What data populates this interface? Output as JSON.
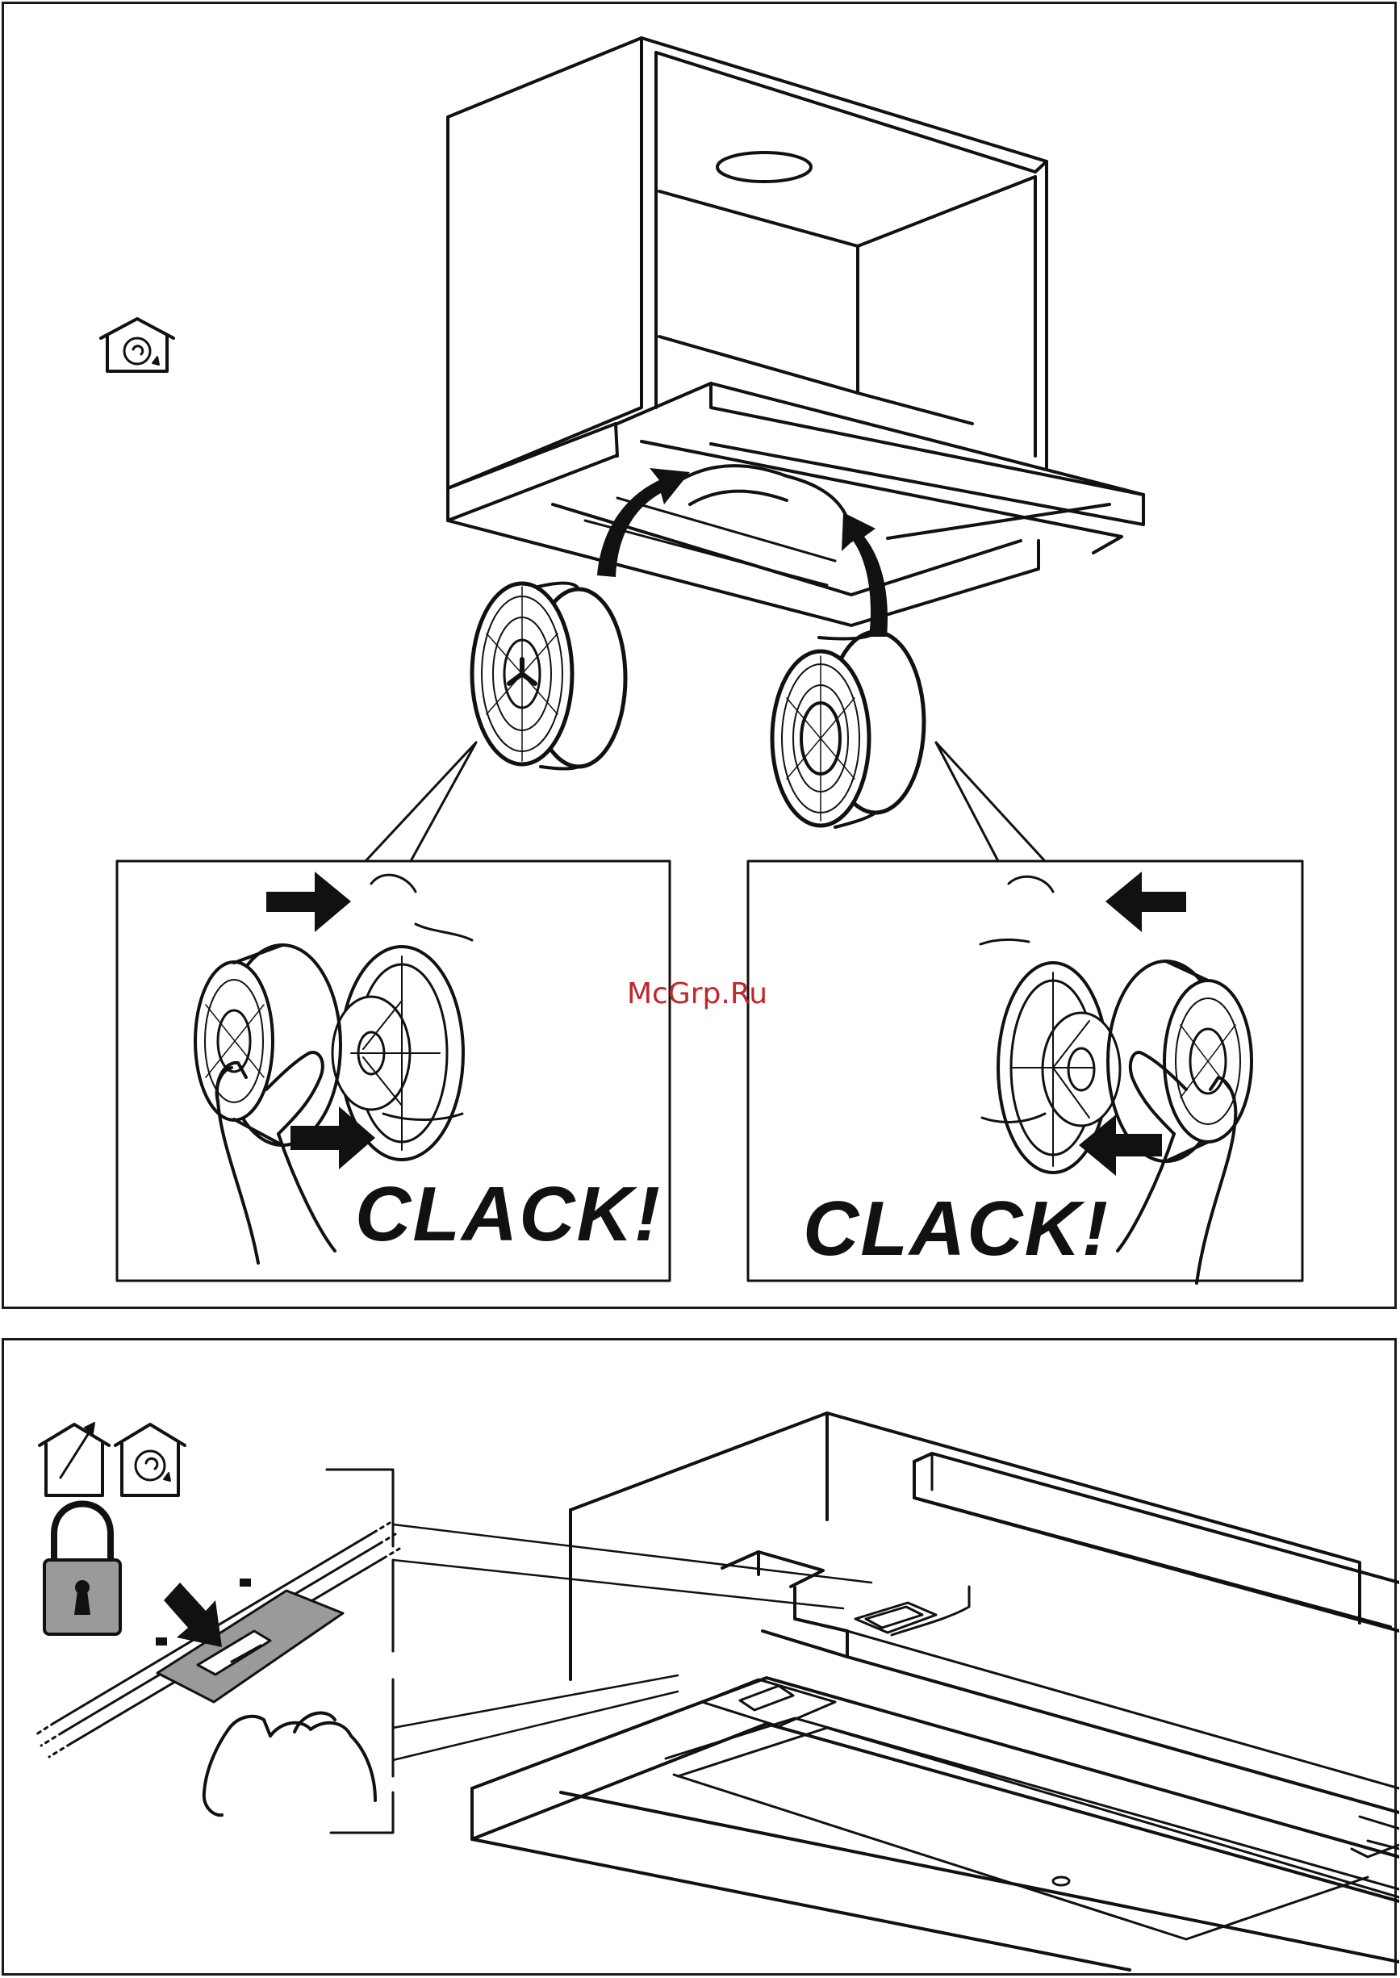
{
  "watermark": "McGrp.Ru",
  "top_panel": {
    "inset_left": {
      "label": "CLACK!"
    },
    "inset_right": {
      "label": "CLACK!"
    },
    "icons": [
      "recirculation-mode-icon"
    ]
  },
  "bottom_panel": {
    "icons": [
      "extraction-mode-icon",
      "recirculation-mode-icon",
      "padlock-icon"
    ]
  },
  "colors": {
    "line": "#111111",
    "lock_fill": "#9a9a9a",
    "watermark": "#c0272d"
  }
}
